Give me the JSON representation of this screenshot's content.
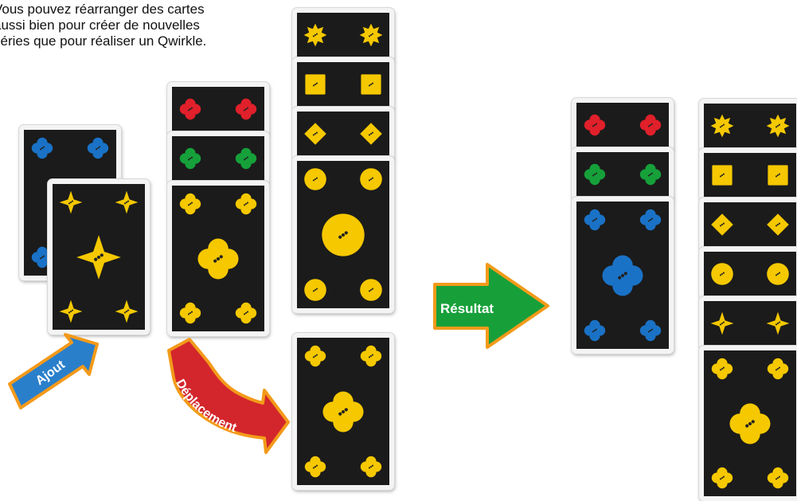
{
  "instruction": "Vous pouvez  réarranger des cartes\naussi bien pour créer de nouvelles\nséries que pour réaliser un Qwirkle.",
  "arrows": {
    "add": "Ajout",
    "move": "Déplacement",
    "result": "Résultat"
  },
  "colors": {
    "card_face": "#1b1b1b",
    "card_border": "#f4f4f4",
    "yellow": "#f5c800",
    "red": "#e0202a",
    "green": "#16a03a",
    "blue": "#1a72c6",
    "arrow_blue": "#2a7fcb",
    "arrow_red": "#d3262c",
    "arrow_green": "#17a03a",
    "arrow_outline": "#f39a1a"
  }
}
